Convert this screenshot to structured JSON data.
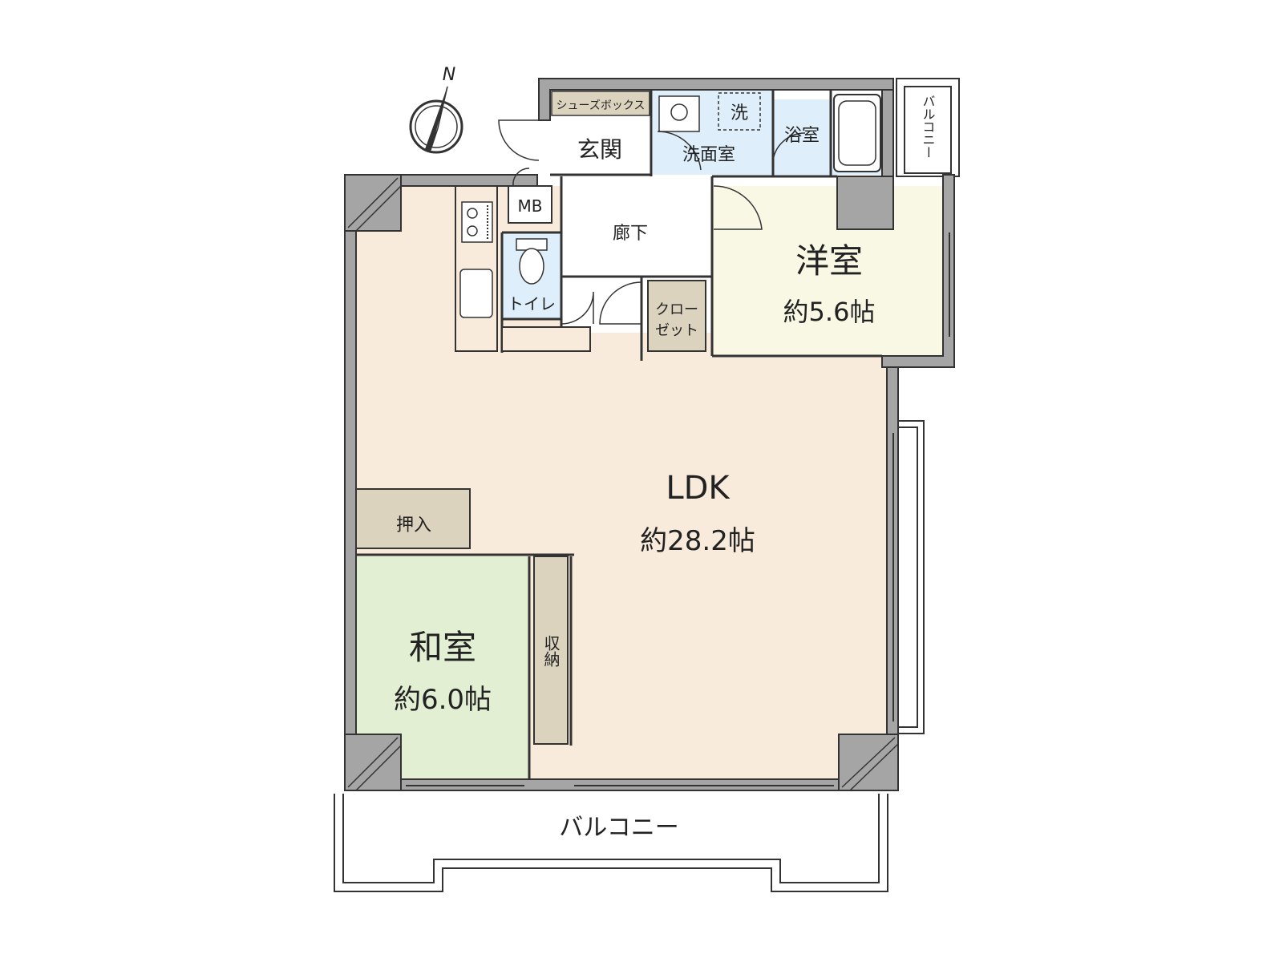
{
  "compass": {
    "label": "N"
  },
  "rooms": {
    "ldk": {
      "name": "LDK",
      "size": "約28.2帖"
    },
    "washitsu": {
      "name": "和室",
      "size": "約6.0帖"
    },
    "yoshitsu": {
      "name": "洋室",
      "size": "約5.6帖"
    },
    "genkan": {
      "name": "玄関"
    },
    "senmen": {
      "name": "洗面室"
    },
    "yokushitsu": {
      "name": "浴室"
    },
    "rouka": {
      "name": "廊下"
    },
    "toilet": {
      "name": "トイレ"
    },
    "closet": {
      "line1": "クロー",
      "line2": "ゼット"
    },
    "oshiire": {
      "name": "押入"
    },
    "shuno": {
      "name": "収納"
    },
    "shoebox": {
      "name": "シューズボックス"
    },
    "mb": {
      "name": "MB"
    },
    "washer": {
      "name": "洗"
    },
    "balcony_main": {
      "name": "バルコニー"
    },
    "balcony_side": {
      "name": "バルコニー"
    }
  },
  "colors": {
    "ldk": "#f9ebdb",
    "washitsu": "#e2efd3",
    "yoshitsu": "#f9f8e4",
    "wet": "#deeefa",
    "storage": "#dcd3bf",
    "wall": "#a5a5a5",
    "line": "#333333"
  }
}
